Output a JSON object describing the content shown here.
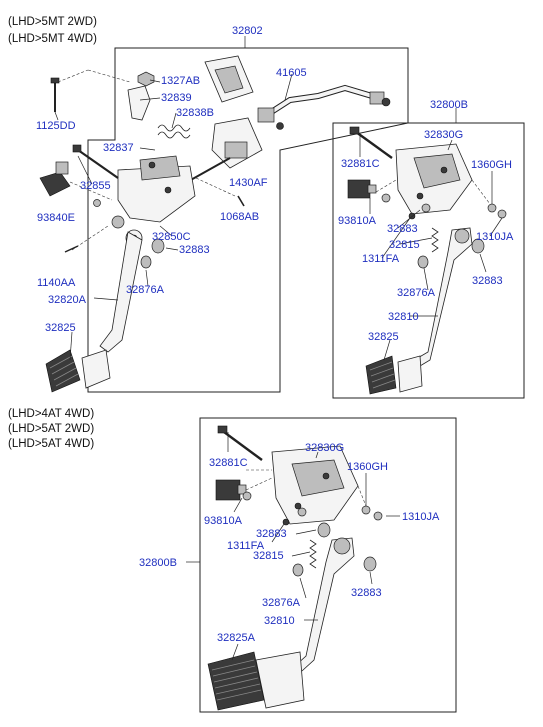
{
  "conditions": {
    "top": [
      "(LHD>5MT 2WD)",
      "(LHD>5MT 4WD)"
    ],
    "bottom": [
      "(LHD>4AT 4WD)",
      "(LHD>5AT 2WD)",
      "(LHD>5AT 4WD)"
    ]
  },
  "labels": {
    "p32802": "32802",
    "p41605": "41605",
    "p1327AB": "1327AB",
    "p32839": "32839",
    "p32838B": "32838B",
    "p1125DD": "1125DD",
    "p32837": "32837",
    "p32855": "32855",
    "p93840E": "93840E",
    "p1430AF": "1430AF",
    "p1068AB": "1068AB",
    "p32850C": "32850C",
    "p32883_a": "32883",
    "p1140AA": "1140AA",
    "p32876A_a": "32876A",
    "p32820A": "32820A",
    "p32825": "32825",
    "p32800B_top": "32800B",
    "p32881C_top": "32881C",
    "p32830G_top": "32830G",
    "p1360GH_top": "1360GH",
    "p93810A_top": "93810A",
    "p32883_b": "32883",
    "p1310JA_top": "1310JA",
    "p32815_top": "32815",
    "p1311FA_top": "1311FA",
    "p32883_c": "32883",
    "p32876A_b": "32876A",
    "p32810_top": "32810",
    "p32825_b": "32825",
    "p32881C_bot": "32881C",
    "p32830G_bot": "32830G",
    "p1360GH_bot": "1360GH",
    "p93810A_bot": "93810A",
    "p1310JA_bot": "1310JA",
    "p32883_d": "32883",
    "p1311FA_bot": "1311FA",
    "p32815_bot": "32815",
    "p32800B_bot": "32800B",
    "p32883_e": "32883",
    "p32876A_c": "32876A",
    "p32810_bot": "32810",
    "p32825A": "32825A"
  }
}
